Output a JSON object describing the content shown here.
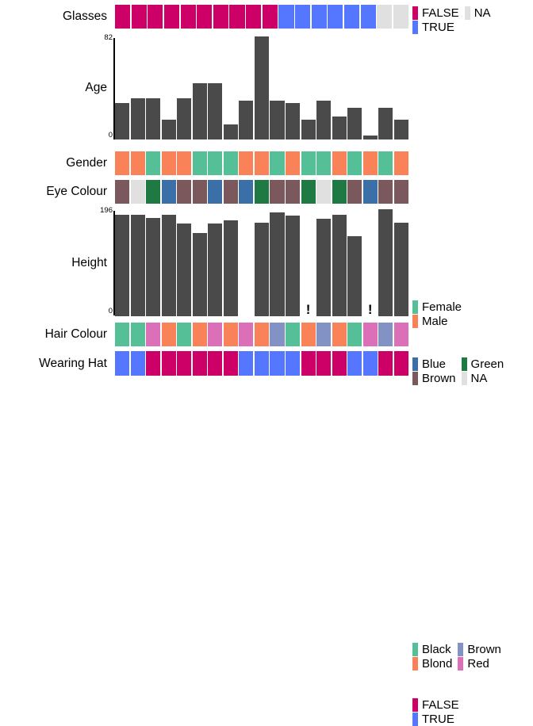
{
  "plot": {
    "n_observations": 18,
    "variables": [
      "Glasses",
      "Age",
      "Gender",
      "Eye Colour",
      "Height",
      "Hair Colour",
      "Wearing Hat"
    ]
  },
  "colors": {
    "false": "#CC0066",
    "true": "#5577FF",
    "na": "#E0E0E0",
    "female": "#55BF98",
    "male": "#FA8258",
    "blue": "#3A6FA8",
    "green": "#1E7A42",
    "brown": "#7A585C",
    "black": "#55BF98",
    "blond": "#FA8258",
    "hair_brown": "#8292C4",
    "red": "#DB70B8",
    "bar": "#4a4a4a"
  },
  "rows": {
    "glasses": {
      "label": "Glasses",
      "values": [
        "FALSE",
        "FALSE",
        "FALSE",
        "FALSE",
        "FALSE",
        "FALSE",
        "FALSE",
        "FALSE",
        "FALSE",
        "FALSE",
        "TRUE",
        "TRUE",
        "TRUE",
        "TRUE",
        "TRUE",
        "TRUE",
        "NA",
        "NA"
      ],
      "legend": [
        {
          "label": "FALSE",
          "color": "#CC0066"
        },
        {
          "label": "NA",
          "color": "#E0E0E0"
        },
        {
          "label": "TRUE",
          "color": "#5577FF"
        }
      ]
    },
    "age": {
      "label": "Age",
      "axis_max": "82",
      "axis_min": "0",
      "values": [
        29,
        33,
        33,
        16,
        33,
        45,
        45,
        12,
        31,
        82,
        31,
        29,
        16,
        31,
        18,
        25,
        3,
        25,
        16
      ]
    },
    "gender": {
      "label": "Gender",
      "values": [
        "Male",
        "Male",
        "Female",
        "Male",
        "Male",
        "Female",
        "Female",
        "Female",
        "Male",
        "Male",
        "Female",
        "Male",
        "Female",
        "Female",
        "Male",
        "Female",
        "Male",
        "Female",
        "Male"
      ],
      "legend": [
        {
          "label": "Female",
          "color": "#55BF98"
        },
        {
          "label": "Male",
          "color": "#FA8258"
        }
      ]
    },
    "eye_colour": {
      "label": "Eye Colour",
      "values": [
        "Brown",
        "NA",
        "Green",
        "Blue",
        "Brown",
        "Brown",
        "Blue",
        "Brown",
        "Blue",
        "Green",
        "Brown",
        "Brown",
        "Green",
        "NA",
        "Green",
        "Brown",
        "Blue",
        "Brown",
        "Brown"
      ],
      "legend": [
        {
          "label": "Blue",
          "color": "#3A6FA8"
        },
        {
          "label": "Green",
          "color": "#1E7A42"
        },
        {
          "label": "Brown",
          "color": "#7A585C"
        },
        {
          "label": "NA",
          "color": "#E0E0E0"
        }
      ]
    },
    "height": {
      "label": "Height",
      "axis_max": "196",
      "axis_min": "0",
      "values": [
        186,
        186,
        180,
        186,
        170,
        152,
        170,
        176,
        null,
        172,
        190,
        184,
        "!",
        178,
        186,
        146,
        "!",
        196,
        172
      ]
    },
    "hair_colour": {
      "label": "Hair Colour",
      "values": [
        "Black",
        "Black",
        "Red",
        "Blond",
        "Black",
        "Blond",
        "Red",
        "Blond",
        "Red",
        "Blond",
        "Brown",
        "Black",
        "Blond",
        "Brown",
        "Blond",
        "Black",
        "Red",
        "Brown",
        "Red"
      ],
      "legend": [
        {
          "label": "Black",
          "color": "#55BF98"
        },
        {
          "label": "Brown",
          "color": "#8292C4"
        },
        {
          "label": "Blond",
          "color": "#FA8258"
        },
        {
          "label": "Red",
          "color": "#DB70B8"
        }
      ]
    },
    "wearing_hat": {
      "label": "Wearing Hat",
      "values": [
        "TRUE",
        "TRUE",
        "FALSE",
        "FALSE",
        "FALSE",
        "FALSE",
        "FALSE",
        "FALSE",
        "TRUE",
        "TRUE",
        "TRUE",
        "TRUE",
        "FALSE",
        "FALSE",
        "FALSE",
        "TRUE",
        "TRUE",
        "FALSE",
        "FALSE"
      ],
      "legend": [
        {
          "label": "FALSE",
          "color": "#CC0066"
        },
        {
          "label": "TRUE",
          "color": "#5577FF"
        }
      ]
    }
  },
  "chart_data": {
    "type": "bar",
    "title": "",
    "xlabel": "",
    "ylabel": "",
    "grid": false,
    "legend_position": "right",
    "observations": 18,
    "panels": [
      {
        "name": "Glasses",
        "type": "categorical-strip",
        "categories": [
          "FALSE",
          "TRUE",
          "NA"
        ],
        "values": [
          "FALSE",
          "FALSE",
          "FALSE",
          "FALSE",
          "FALSE",
          "FALSE",
          "FALSE",
          "FALSE",
          "FALSE",
          "FALSE",
          "TRUE",
          "TRUE",
          "TRUE",
          "TRUE",
          "TRUE",
          "TRUE",
          "NA",
          "NA"
        ]
      },
      {
        "name": "Age",
        "type": "bar",
        "ylabel": "Age",
        "ylim": [
          0,
          82
        ],
        "ticks": [
          0,
          82
        ],
        "values": [
          29,
          33,
          33,
          16,
          33,
          45,
          45,
          12,
          31,
          82,
          31,
          29,
          16,
          31,
          18,
          25,
          3,
          25,
          16
        ]
      },
      {
        "name": "Gender",
        "type": "categorical-strip",
        "categories": [
          "Female",
          "Male"
        ],
        "values": [
          "Male",
          "Male",
          "Female",
          "Male",
          "Male",
          "Female",
          "Female",
          "Female",
          "Male",
          "Male",
          "Female",
          "Male",
          "Female",
          "Female",
          "Male",
          "Female",
          "Male",
          "Female",
          "Male"
        ]
      },
      {
        "name": "Eye Colour",
        "type": "categorical-strip",
        "categories": [
          "Blue",
          "Green",
          "Brown",
          "NA"
        ],
        "values": [
          "Brown",
          "NA",
          "Green",
          "Blue",
          "Brown",
          "Brown",
          "Blue",
          "Brown",
          "Blue",
          "Green",
          "Brown",
          "Brown",
          "Green",
          "NA",
          "Green",
          "Brown",
          "Blue",
          "Brown",
          "Brown"
        ]
      },
      {
        "name": "Height",
        "type": "bar",
        "ylabel": "Height",
        "ylim": [
          0,
          196
        ],
        "ticks": [
          0,
          196
        ],
        "values": [
          186,
          186,
          180,
          186,
          170,
          152,
          170,
          176,
          null,
          172,
          190,
          184,
          "!",
          178,
          186,
          146,
          "!",
          196,
          172
        ],
        "annotations": [
          "! marks flagged/implausible observations",
          "gap marks a missing value"
        ]
      },
      {
        "name": "Hair Colour",
        "type": "categorical-strip",
        "categories": [
          "Black",
          "Brown",
          "Blond",
          "Red"
        ],
        "values": [
          "Black",
          "Black",
          "Red",
          "Blond",
          "Black",
          "Blond",
          "Red",
          "Blond",
          "Red",
          "Blond",
          "Brown",
          "Black",
          "Blond",
          "Brown",
          "Blond",
          "Black",
          "Red",
          "Brown",
          "Red"
        ]
      },
      {
        "name": "Wearing Hat",
        "type": "categorical-strip",
        "categories": [
          "FALSE",
          "TRUE"
        ],
        "values": [
          "TRUE",
          "TRUE",
          "FALSE",
          "FALSE",
          "FALSE",
          "FALSE",
          "FALSE",
          "FALSE",
          "TRUE",
          "TRUE",
          "TRUE",
          "TRUE",
          "FALSE",
          "FALSE",
          "FALSE",
          "TRUE",
          "TRUE",
          "FALSE",
          "FALSE"
        ]
      }
    ]
  }
}
